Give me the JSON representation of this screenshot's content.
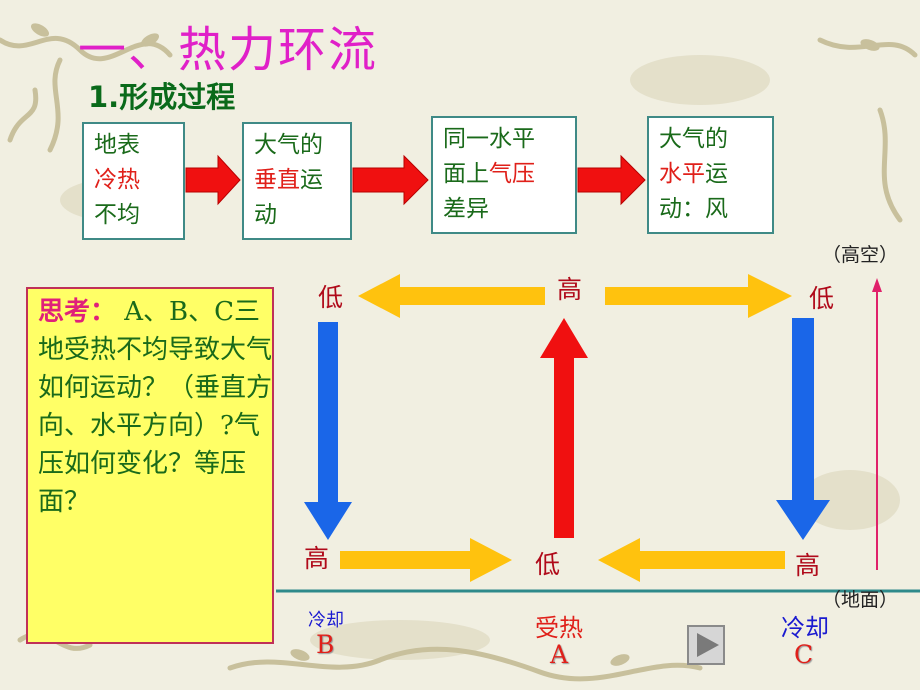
{
  "title": "一、热力环流",
  "subtitle": "1.形成过程",
  "process": [
    {
      "lines": [
        [
          "地表",
          ""
        ],
        [
          "冷热",
          "red"
        ],
        [
          "不均",
          ""
        ]
      ]
    },
    {
      "lines": [
        [
          "大气的",
          ""
        ],
        [
          "垂直",
          "red"
        ],
        [
          "运",
          ""
        ],
        [
          "动",
          ""
        ]
      ]
    },
    {
      "lines": [
        [
          "同一水平",
          ""
        ],
        [
          "面上",
          ""
        ],
        [
          "气压",
          "red"
        ],
        [
          "差异",
          ""
        ]
      ]
    },
    {
      "lines": [
        [
          "大气的",
          ""
        ],
        [
          "水平",
          "red"
        ],
        [
          "运",
          ""
        ],
        [
          "动：风",
          ""
        ]
      ]
    }
  ],
  "think": {
    "lead": "思考：",
    "text": " A、B、C三地受热不均导致大气如何运动？（垂直方向、水平方向）?气压如何变化？等压面？"
  },
  "pressure_labels": {
    "high_left_top": "低",
    "high_mid_top": "高",
    "high_right_top": "低",
    "low_left_bottom": "高",
    "low_mid_bottom": "低",
    "low_right_bottom": "高"
  },
  "axis": {
    "top_label": "（高空）",
    "bottom_label": "（地面）"
  },
  "sites": [
    {
      "action": "冷却",
      "letter": "B",
      "color": "#1a1ad0"
    },
    {
      "action": "受热",
      "letter": "A",
      "color": "#e0201a"
    },
    {
      "action": "冷却",
      "letter": "C",
      "color": "#1a1ad0"
    }
  ],
  "colors": {
    "title": "#e020c8",
    "up_arrow": "#f01010",
    "down_arrow": "#1a66e8",
    "horizontal_arrow": "#ffc20e",
    "process_arrow": "#f01010",
    "think_bg": "#ffff66"
  },
  "icons": [
    "play-button-icon"
  ]
}
